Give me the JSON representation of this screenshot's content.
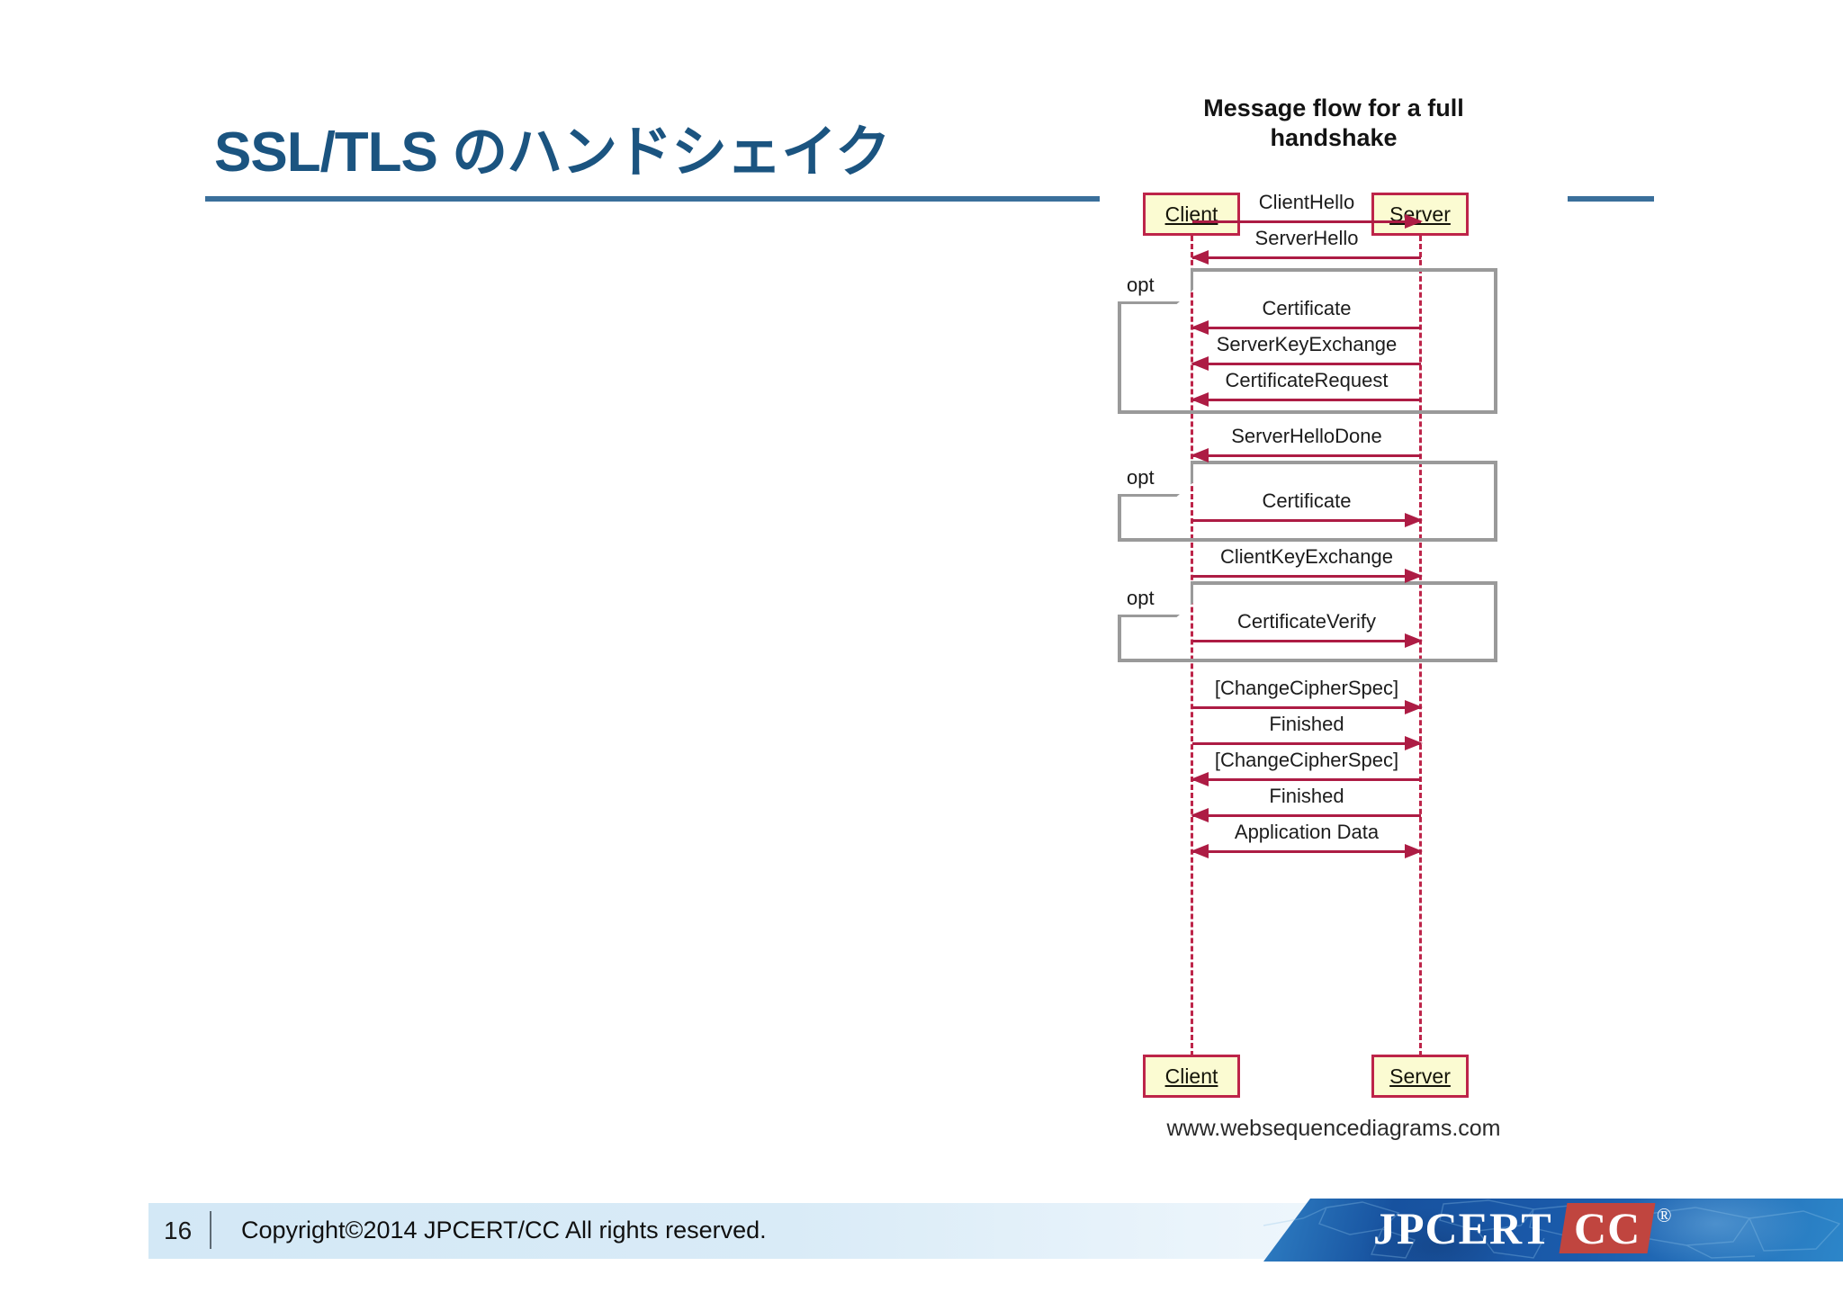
{
  "slide": {
    "title": "SSL/TLS のハンドシェイク",
    "accent_color": "#1b5480",
    "rule_color": "#3a6f9b"
  },
  "diagram": {
    "title_line1": "Message flow for a full",
    "title_line2": "handshake",
    "credit": "www.websequencediagrams.com",
    "actor_left": "Client",
    "actor_right": "Server",
    "actor_fill": "#fbfbd2",
    "actor_border": "#bd2449",
    "arrow_color": "#ad1c44",
    "frame_color": "#9a9a9a",
    "fragment_label": "opt",
    "messages": [
      {
        "label": "ClientHello",
        "direction": "to-right"
      },
      {
        "label": "ServerHello",
        "direction": "to-left"
      },
      {
        "label": "Certificate",
        "direction": "to-left"
      },
      {
        "label": "ServerKeyExchange",
        "direction": "to-left"
      },
      {
        "label": "CertificateRequest",
        "direction": "to-left"
      },
      {
        "label": "ServerHelloDone",
        "direction": "to-left"
      },
      {
        "label": "Certificate",
        "direction": "to-right"
      },
      {
        "label": "ClientKeyExchange",
        "direction": "to-right"
      },
      {
        "label": "CertificateVerify",
        "direction": "to-right"
      },
      {
        "label": "[ChangeCipherSpec]",
        "direction": "to-right"
      },
      {
        "label": "Finished",
        "direction": "to-right"
      },
      {
        "label": "[ChangeCipherSpec]",
        "direction": "to-left"
      },
      {
        "label": "Finished",
        "direction": "to-left"
      },
      {
        "label": "Application Data",
        "direction": "to-both"
      }
    ]
  },
  "footer": {
    "page_number": "16",
    "copyright": "Copyright©2014 JPCERT/CC All rights reserved.",
    "logo_primary": "JPCERT",
    "logo_secondary": "CC",
    "logo_registered": "®",
    "logo_red": "#c0453f"
  }
}
